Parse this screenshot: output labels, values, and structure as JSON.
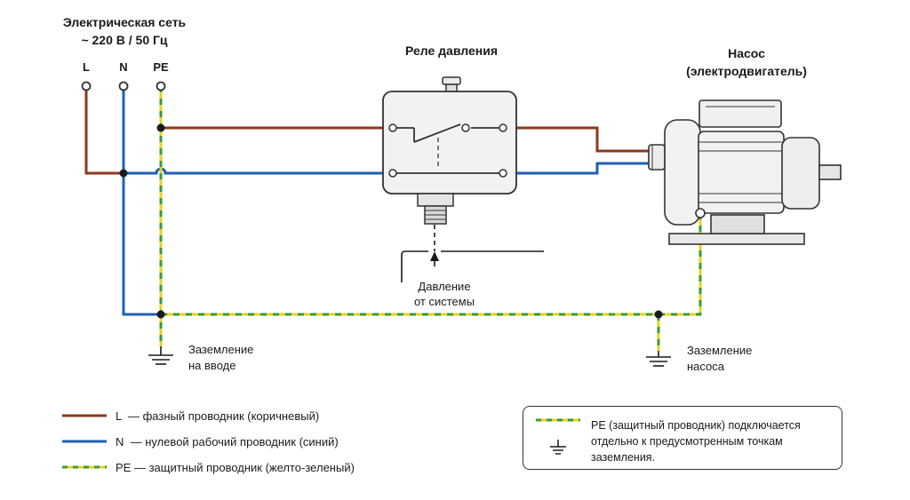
{
  "power_source": {
    "title_line1": "Электрическая сеть",
    "title_line2": "~ 220 В / 50 Гц",
    "terminal_L": "L",
    "terminal_N": "N",
    "terminal_PE": "PE"
  },
  "relay": {
    "title": "Реле давления"
  },
  "pump": {
    "title_line1": "Насос",
    "title_line2": "(электродвигатель)"
  },
  "pressure": {
    "line1": "Давление",
    "line2": "от системы"
  },
  "ground_input": {
    "line1": "Заземление",
    "line2": "на вводе"
  },
  "ground_pump": {
    "line1": "Заземление",
    "line2": "насоса"
  },
  "legend": {
    "L": "L  — фазный проводник (коричневый)",
    "N": "N  — нулевой рабочий проводник (синий)",
    "PE": "PE — защитный проводник (желто-зеленый)"
  },
  "note": {
    "line1": "PE (защитный проводник) подключается",
    "line2": "отдельно к предусмотренным точкам",
    "line3": "заземления."
  },
  "colors": {
    "phase": "#8b3a1e",
    "neutral": "#1f5fb5",
    "pe_yellow": "#e8d21a",
    "pe_green": "#3a9a3a",
    "outline": "#333333"
  },
  "icons": [
    "ground-symbol-icon",
    "switch-contact-icon",
    "arrow-up-icon"
  ]
}
